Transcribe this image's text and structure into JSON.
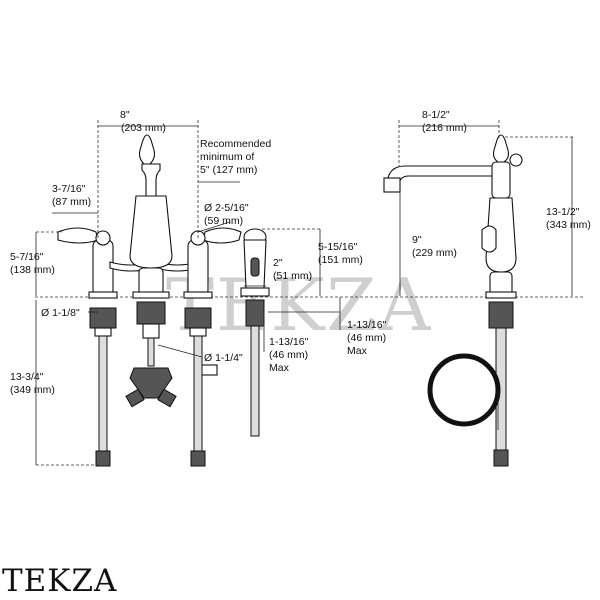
{
  "watermark": "TEKZA",
  "brand": "TEKZA",
  "dimensions": {
    "width_8": "8\"",
    "width_8_mm": "(203 mm)",
    "rec_min_line1": "Recommended",
    "rec_min_line2": "minimum of",
    "rec_min_line3": "5\" (127 mm)",
    "handle_offset": "3-7/16\"",
    "handle_offset_mm": "(87 mm)",
    "handle_height": "5-7/16\"",
    "handle_height_mm": "(138 mm)",
    "hole_dia": "Ø 2-5/16\"",
    "hole_dia_mm": "(59 mm)",
    "shank_dia": "Ø 1-1/8\"",
    "body_dia": "Ø 1-1/4\"",
    "spray_height": "5-15/16\"",
    "spray_height_mm": "(151 mm)",
    "spray_dia": "2\"",
    "spray_dia_mm": "(51 mm)",
    "spray_deck": "1-13/16\"",
    "spray_deck_mm": "(46 mm)",
    "spray_deck_max": "Max",
    "deck_max": "1-13/16\"",
    "deck_max_mm": "(46 mm)",
    "deck_max_word": "Max",
    "below_deck": "13-3/4\"",
    "below_deck_mm": "(349 mm)",
    "reach": "8-1/2\"",
    "reach_mm": "(216 mm)",
    "spout_height": "9\"",
    "spout_height_mm": "(229 mm)",
    "total_height": "13-1/2\"",
    "total_height_mm": "(343 mm)"
  }
}
